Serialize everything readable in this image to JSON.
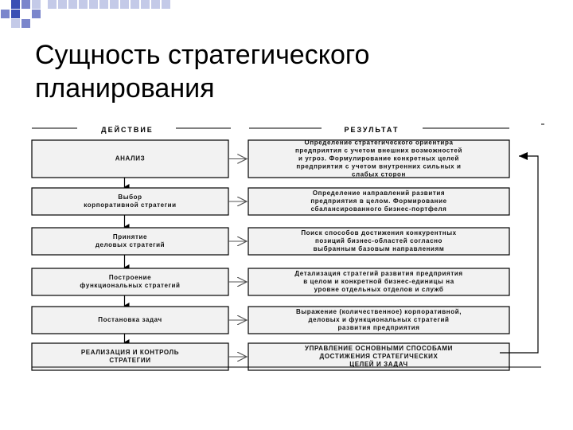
{
  "title": {
    "line1": "Сущность стратегического",
    "line2": "планирования"
  },
  "colors": {
    "accent_blue": "#3a4fb4",
    "accent_mid": "#7b86cc",
    "accent_light": "#c4cae8",
    "box_fill": "#f2f2f2",
    "line": "#000000"
  },
  "diagram": {
    "header_left": "ДЕЙСТВИЕ",
    "header_right": "РЕЗУЛЬТАТ",
    "rows": [
      {
        "action": [
          "АНАЛИЗ"
        ],
        "result": [
          "Определение стратегического ориентира",
          "предприятия с учетом внешних возможностей",
          "и угроз. Формулирование конкретных целей",
          "предприятия с учетом внутренних сильных и",
          "слабых сторон"
        ]
      },
      {
        "action": [
          "Выбор",
          "корпоративной стратегии"
        ],
        "result": [
          "Определение направлений развития",
          "предприятия в целом. Формирование",
          "сбалансированного бизнес-портфеля"
        ]
      },
      {
        "action": [
          "Принятие",
          "деловых стратегий"
        ],
        "result": [
          "Поиск способов достижения конкурентных",
          "позиций бизнес-областей согласно",
          "выбранным базовым направлениям"
        ]
      },
      {
        "action": [
          "Построение",
          "функциональных стратегий"
        ],
        "result": [
          "Детализация стратегий развития предприятия",
          "в целом и конкретной бизнес-единицы на",
          "уровне отдельных отделов и служб"
        ]
      },
      {
        "action": [
          "Постановка задач"
        ],
        "result": [
          "Выражение (количественное) корпоративной,",
          "деловых и функциональных стратегий",
          "развития предприятия"
        ]
      },
      {
        "action": [
          "РЕАЛИЗАЦИЯ И КОНТРОЛЬ",
          "СТРАТЕГИИ"
        ],
        "result": [
          "УПРАВЛЕНИЕ ОСНОВНЫМИ СПОСОБАМИ",
          "ДОСТИЖЕНИЯ СТРАТЕГИЧЕСКИХ",
          "ЦЕЛЕЙ И ЗАДАЧ"
        ]
      }
    ]
  }
}
